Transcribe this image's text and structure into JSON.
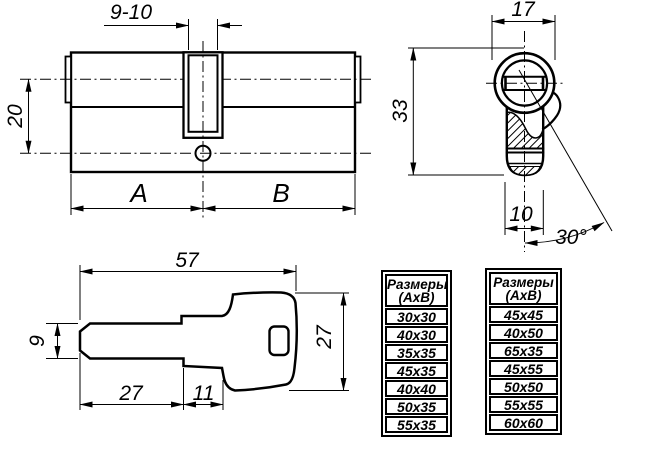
{
  "side_view": {
    "slot_width_label": "9-10",
    "offset_label": "20",
    "a_label": "A",
    "b_label": "B"
  },
  "end_view": {
    "width_label": "17",
    "height_label": "33",
    "foot_label": "10",
    "angle_label": "30°"
  },
  "key_view": {
    "length_label": "57",
    "blade_height_label": "9",
    "blade_length_label": "27",
    "shoulder_label": "11",
    "head_height_label": "27"
  },
  "tables": [
    {
      "header": [
        "Размеры",
        "(АхВ)"
      ],
      "rows": [
        "30x30",
        "40x30",
        "35x35",
        "45x35",
        "40x40",
        "50x35",
        "55x35"
      ]
    },
    {
      "header": [
        "Размеры",
        "(АхВ)"
      ],
      "rows": [
        "45x45",
        "40x50",
        "65x35",
        "45x55",
        "50x50",
        "55x55",
        "60x60"
      ]
    }
  ],
  "colors": {
    "line": "#000000",
    "background": "#ffffff"
  }
}
